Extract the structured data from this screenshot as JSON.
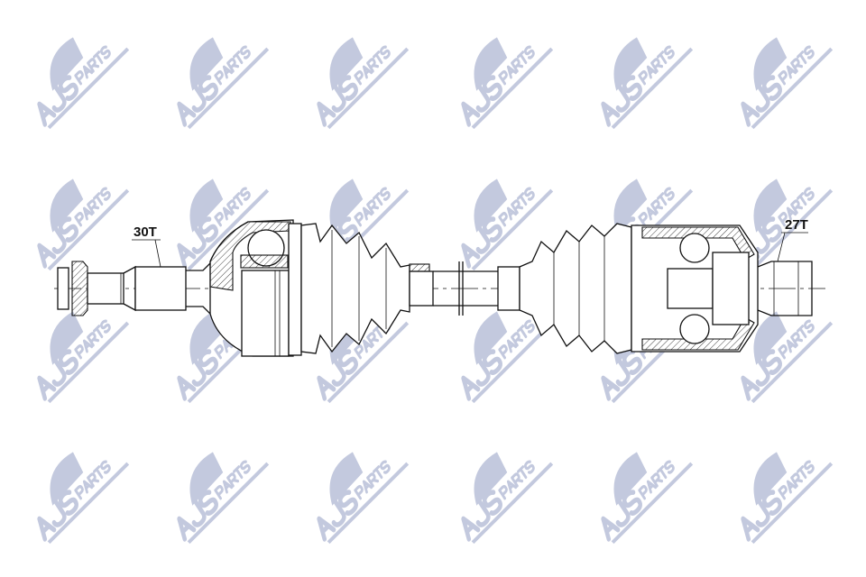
{
  "watermark": {
    "text": "AJS PARTS",
    "color": "#c3c9de",
    "rows": 4,
    "columns": 6
  },
  "labels": {
    "left_spline": "30T",
    "right_spline": "27T"
  }
}
